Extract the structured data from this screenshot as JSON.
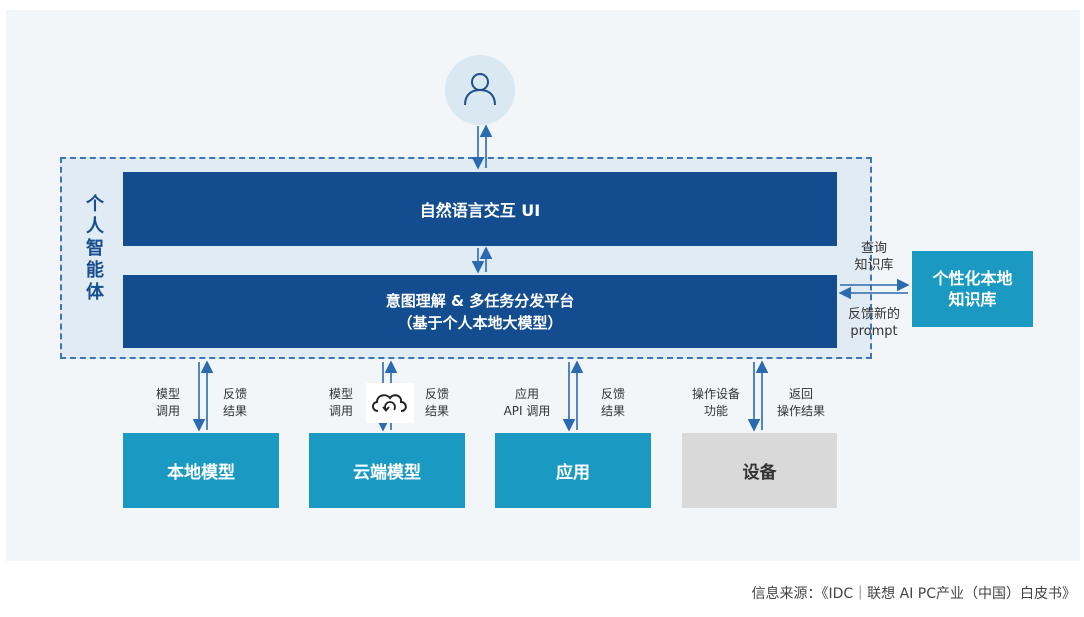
{
  "top_icon": "user-icon",
  "agent": {
    "label_chars": [
      "个",
      "人",
      "智",
      "能",
      "体"
    ]
  },
  "bars": {
    "nl_ui": "自然语言交互 UI",
    "intent_line1": "意图理解 & 多任务分发平台",
    "intent_line2": "（基于个人本地大模型）"
  },
  "knowledge": {
    "query_line1": "查询",
    "query_line2": "知识库",
    "feedback_line1": "反馈新的",
    "feedback_line2": "prompt",
    "box_line1": "个性化本地",
    "box_line2": "知识库"
  },
  "bottom": [
    {
      "box": "本地模型",
      "left_line1": "模型",
      "left_line2": "调用",
      "right_line1": "反馈",
      "right_line2": "结果"
    },
    {
      "box": "云端模型",
      "left_line1": "模型",
      "left_line2": "调用",
      "right_line1": "反馈",
      "right_line2": "结果",
      "icon": "cloud-sync-icon"
    },
    {
      "box": "应用",
      "left_line1": "应用",
      "left_line2": "API 调用",
      "right_line1": "反馈",
      "right_line2": "结果"
    },
    {
      "box": "设备",
      "left_line1": "操作设备",
      "left_line2": "功能",
      "right_line1": "返回",
      "right_line2": "操作结果"
    }
  ],
  "colors": {
    "dark_blue": "#134d8f",
    "teal": "#1a9ac2",
    "gray": "#d9d9d9",
    "frame": "#3b76b8"
  },
  "source": "信息来源：《IDC｜联想 AI PC产业（中国）白皮书》"
}
